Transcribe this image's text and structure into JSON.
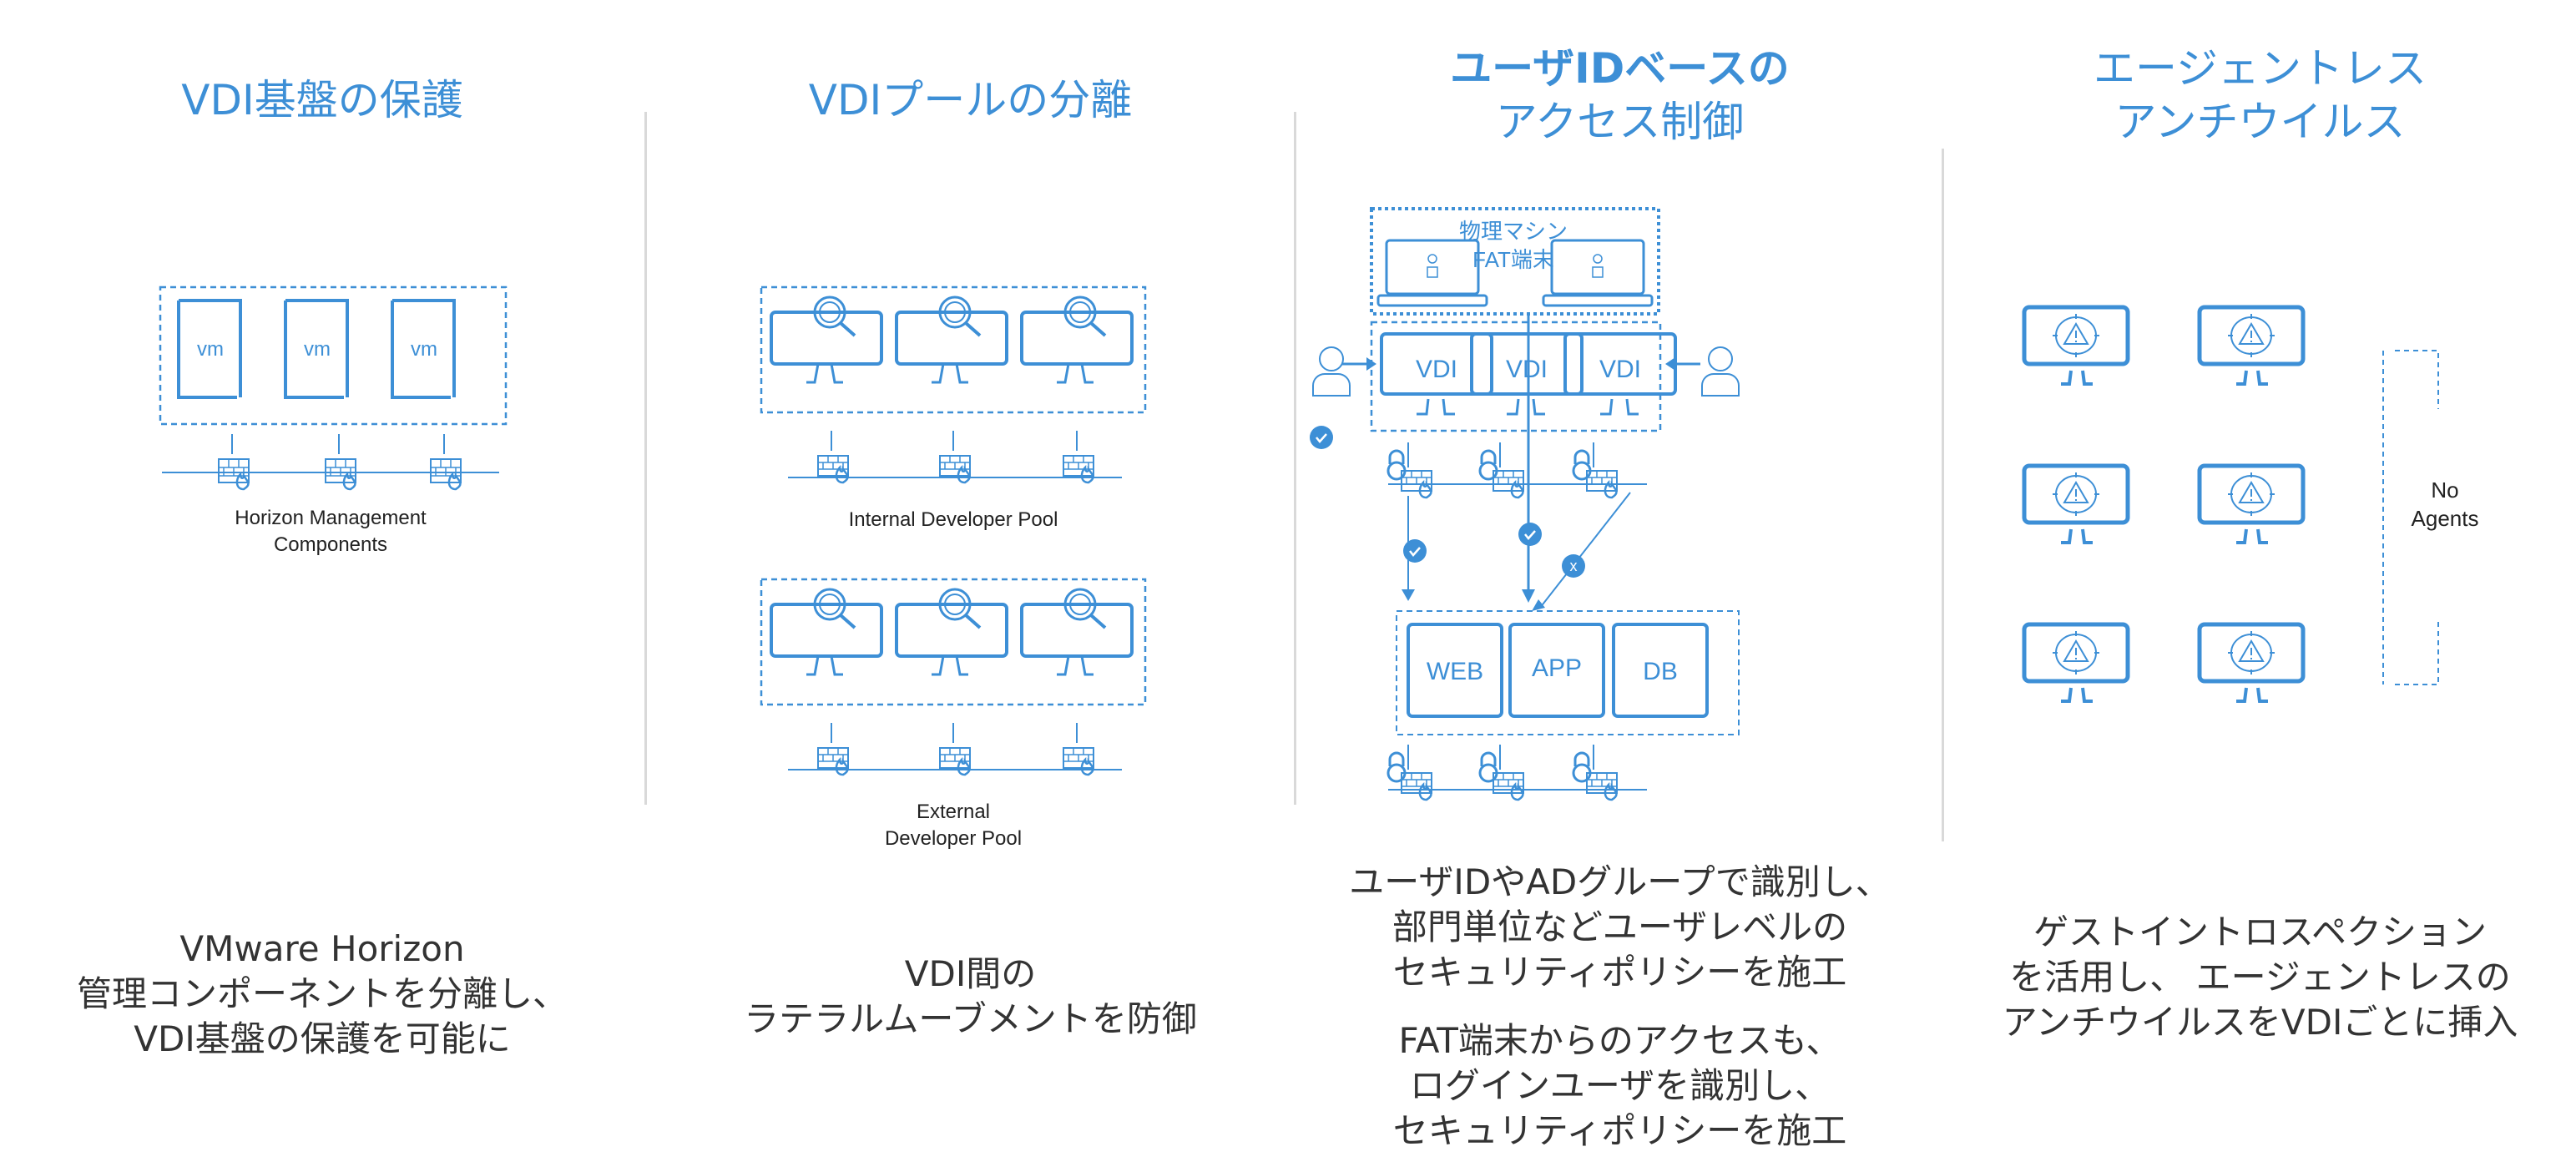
{
  "colors": {
    "accent": "#3d8fd6",
    "text": "#333333",
    "divider": "#d9d9d9"
  },
  "columns": [
    {
      "title_lines": [
        "VDI基盤の保護"
      ],
      "diagram": {
        "vm_label": "vm",
        "vm_count": 3,
        "caption_lines": [
          "Horizon Management",
          "Components"
        ]
      },
      "description_lines": [
        "VMware Horizon",
        "管理コンポーネントを分離し、",
        "VDI基盤の保護を可能に"
      ]
    },
    {
      "title_lines": [
        "VDIプールの分離"
      ],
      "diagram": {
        "pools": [
          {
            "caption_lines": [
              "Internal Developer Pool"
            ]
          },
          {
            "caption_lines": [
              "External",
              "Developer Pool"
            ]
          }
        ]
      },
      "description_lines": [
        "VDI間の",
        "ラテラルムーブメントを防御"
      ]
    },
    {
      "title_lines": [
        "ユーザIDベースの",
        "アクセス制御"
      ],
      "diagram": {
        "fat_label_lines": [
          "物理マシン",
          "FAT端末"
        ],
        "vdi_labels": [
          "VDI",
          "VDI",
          "VDI"
        ],
        "tier_labels": [
          "WEB",
          "APP",
          "DB"
        ],
        "deny_mark": "x"
      },
      "description_lines": [
        "ユーザIDやADグループで識別し、",
        "部門単位などユーザレベルの",
        "セキュリティポリシーを施工"
      ],
      "description2_lines": [
        "FAT端末からのアクセスも、",
        "ログインユーザを識別し、",
        "セキュリティポリシーを施工"
      ]
    },
    {
      "title_lines": [
        "エージェントレス",
        "アンチウイルス"
      ],
      "diagram": {
        "monitor_count": 6,
        "bracket_label_lines": [
          "No",
          "Agents"
        ]
      },
      "description_lines": [
        "ゲストイントロスペクション",
        "を活用し、 エージェントレスの",
        "アンチウイルスをVDIごとに挿入"
      ]
    }
  ]
}
